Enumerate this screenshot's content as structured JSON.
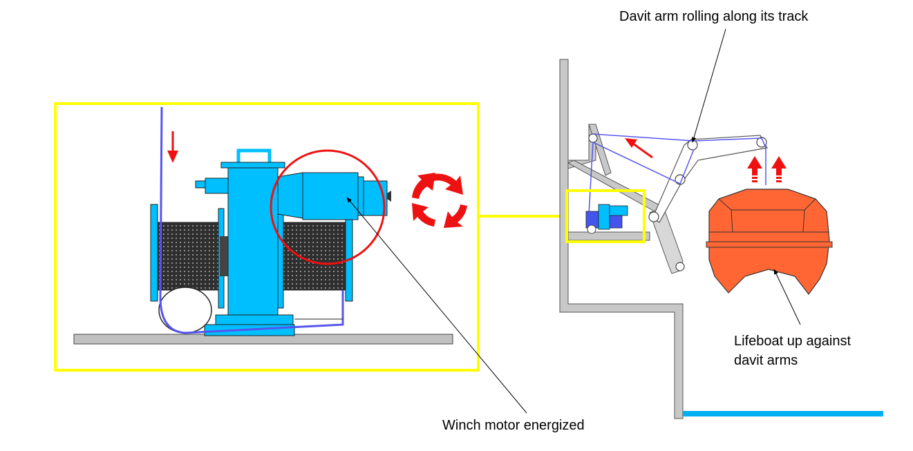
{
  "labels": {
    "davit_arm": "Davit arm rolling along its track",
    "winch_motor": "Winch motor energized",
    "lifeboat_line1": "Lifeboat up against",
    "lifeboat_line2": "davit arms"
  },
  "colors": {
    "highlight_frame": "#ffff00",
    "winch_body": "#00bfff",
    "cable": "#5555ee",
    "arrow": "#ee1111",
    "structure": "#c0c0c0",
    "structure_stroke": "#555555",
    "lifeboat": "#ff6633",
    "water": "#00b0f0",
    "drum": "#3a3a3a"
  }
}
